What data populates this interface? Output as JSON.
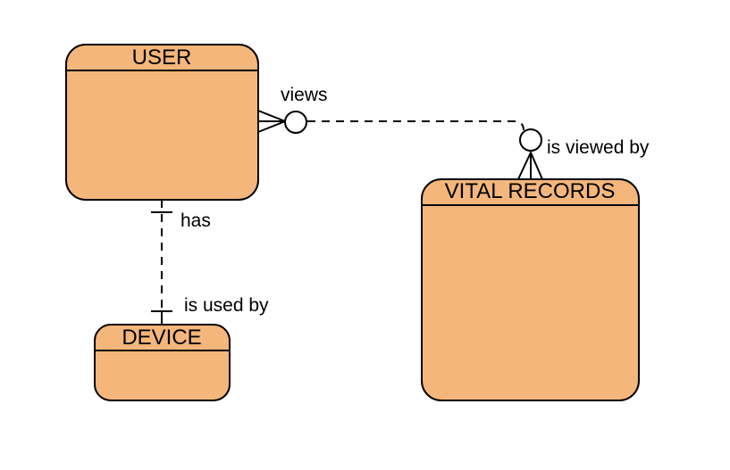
{
  "entities": {
    "user": {
      "name": "USER"
    },
    "vital_records": {
      "name": "VITAL RECORDS"
    },
    "device": {
      "name": "DEVICE"
    }
  },
  "relationships": {
    "views": {
      "label": "views",
      "inverse_label": "is viewed by"
    },
    "has": {
      "label": "has",
      "inverse_label": "is used by"
    }
  },
  "colors": {
    "entity_fill": "#f4b67b",
    "stroke": "#000000",
    "background": "#ffffff"
  }
}
